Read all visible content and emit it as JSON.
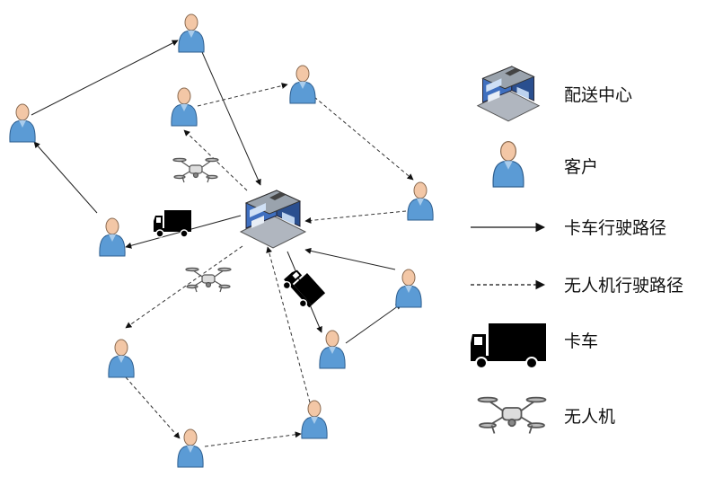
{
  "legend": {
    "depot": "配送中心",
    "customer": "客户",
    "truck_route": "卡车行驶路径",
    "drone_route": "无人机行驶路径",
    "truck": "卡车",
    "drone": "无人机"
  },
  "colors": {
    "customer_body": "#5b9bd5",
    "customer_head": "#f3c7a6",
    "truck": "#000000",
    "route": "#222222"
  },
  "icons": {
    "depot": "warehouse-icon",
    "customer": "person-icon",
    "truck": "truck-icon",
    "drone": "drone-icon"
  }
}
